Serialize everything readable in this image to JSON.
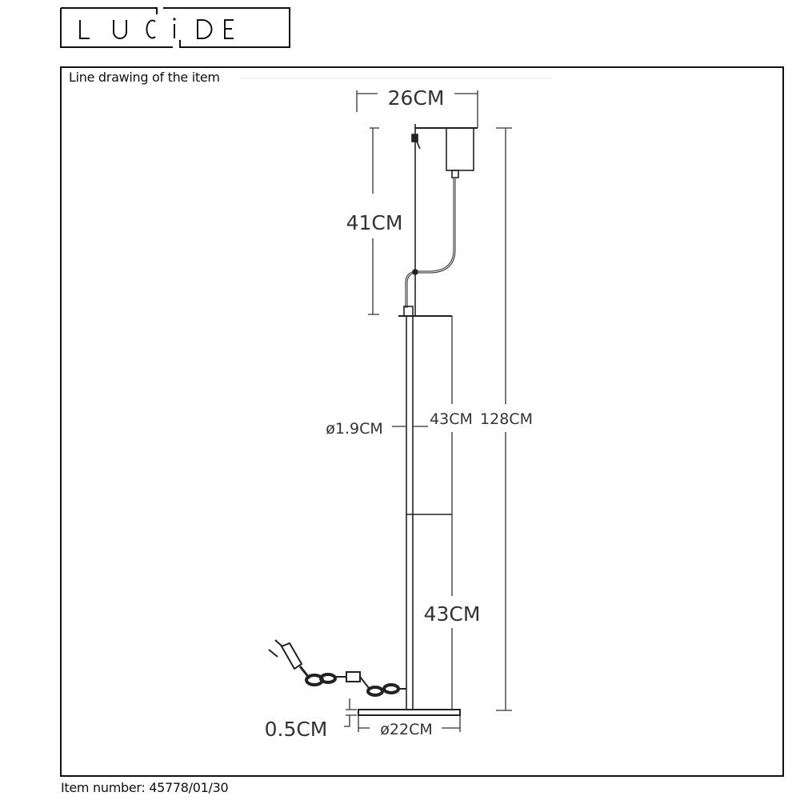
{
  "brand": {
    "logo_text": "LUCIDE"
  },
  "drawing": {
    "title": "Line drawing of the item",
    "dimensions": {
      "width": "26CM",
      "upper_height": "41CM",
      "tube_diameter": "ø1.9CM",
      "tube_upper": "43CM",
      "total_height": "128CM",
      "tube_lower": "43CM",
      "base_thickness": "0.5CM",
      "base_diameter": "ø22CM"
    }
  },
  "footer": {
    "item_number": "Item number: 45778/01/30"
  }
}
